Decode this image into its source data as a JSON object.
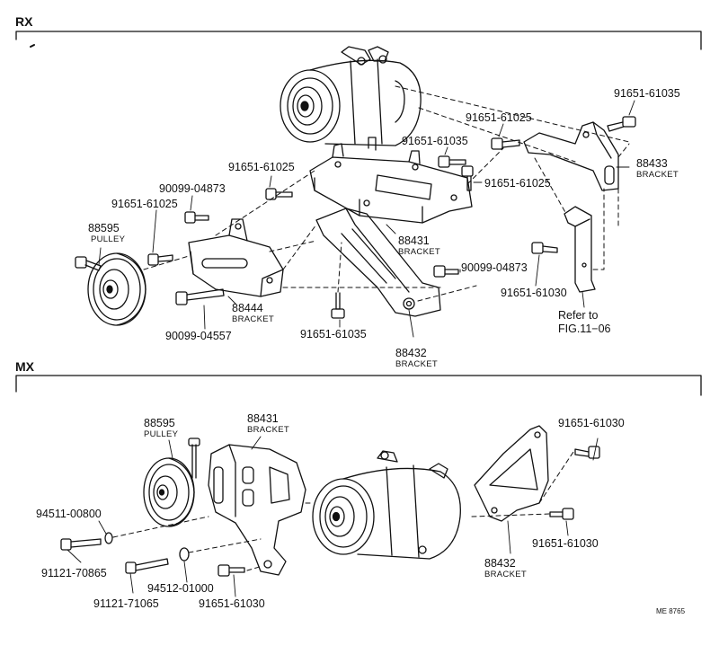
{
  "sections": {
    "rx": {
      "title": "RX"
    },
    "mx": {
      "title": "MX"
    }
  },
  "rx_labels": {
    "p91651_61035_top": "91651-61035",
    "p91651_61025_a": "91651-61025",
    "p91651_61035_b": "91651-61035",
    "p88433": "88433",
    "bracket_88433": "BRACKET",
    "p91651_61025_c": "91651-61025",
    "p91651_61025_d": "91651-61025",
    "p90099_04873_a": "90099-04873",
    "p91651_61025_e": "91651-61025",
    "p88595": "88595",
    "pulley": "PULLEY",
    "p88431": "88431",
    "bracket_88431": "BRACKET",
    "p90099_04873_b": "90099-04873",
    "p91651_61030": "91651-61030",
    "p88444": "88444",
    "bracket_88444": "BRACKET",
    "refer_to": "Refer to",
    "fig_ref": "FIG.11−06",
    "p90099_04557": "90099-04557",
    "p91651_61035_c": "91651-61035",
    "p88432": "88432",
    "bracket_88432": "BRACKET"
  },
  "mx_labels": {
    "p88595": "88595",
    "pulley": "PULLEY",
    "p88431": "88431",
    "bracket_88431": "BRACKET",
    "p91651_61030_a": "91651-61030",
    "p94511_00800": "94511-00800",
    "p91121_70865": "91121-70865",
    "p91121_71065": "91121-71065",
    "p94512_01000": "94512-01000",
    "p91651_61030_b": "91651-61030",
    "p88432": "88432",
    "bracket_88432": "BRACKET",
    "p91651_61030_c": "91651-61030"
  },
  "footer": {
    "code": "ME 8765"
  }
}
